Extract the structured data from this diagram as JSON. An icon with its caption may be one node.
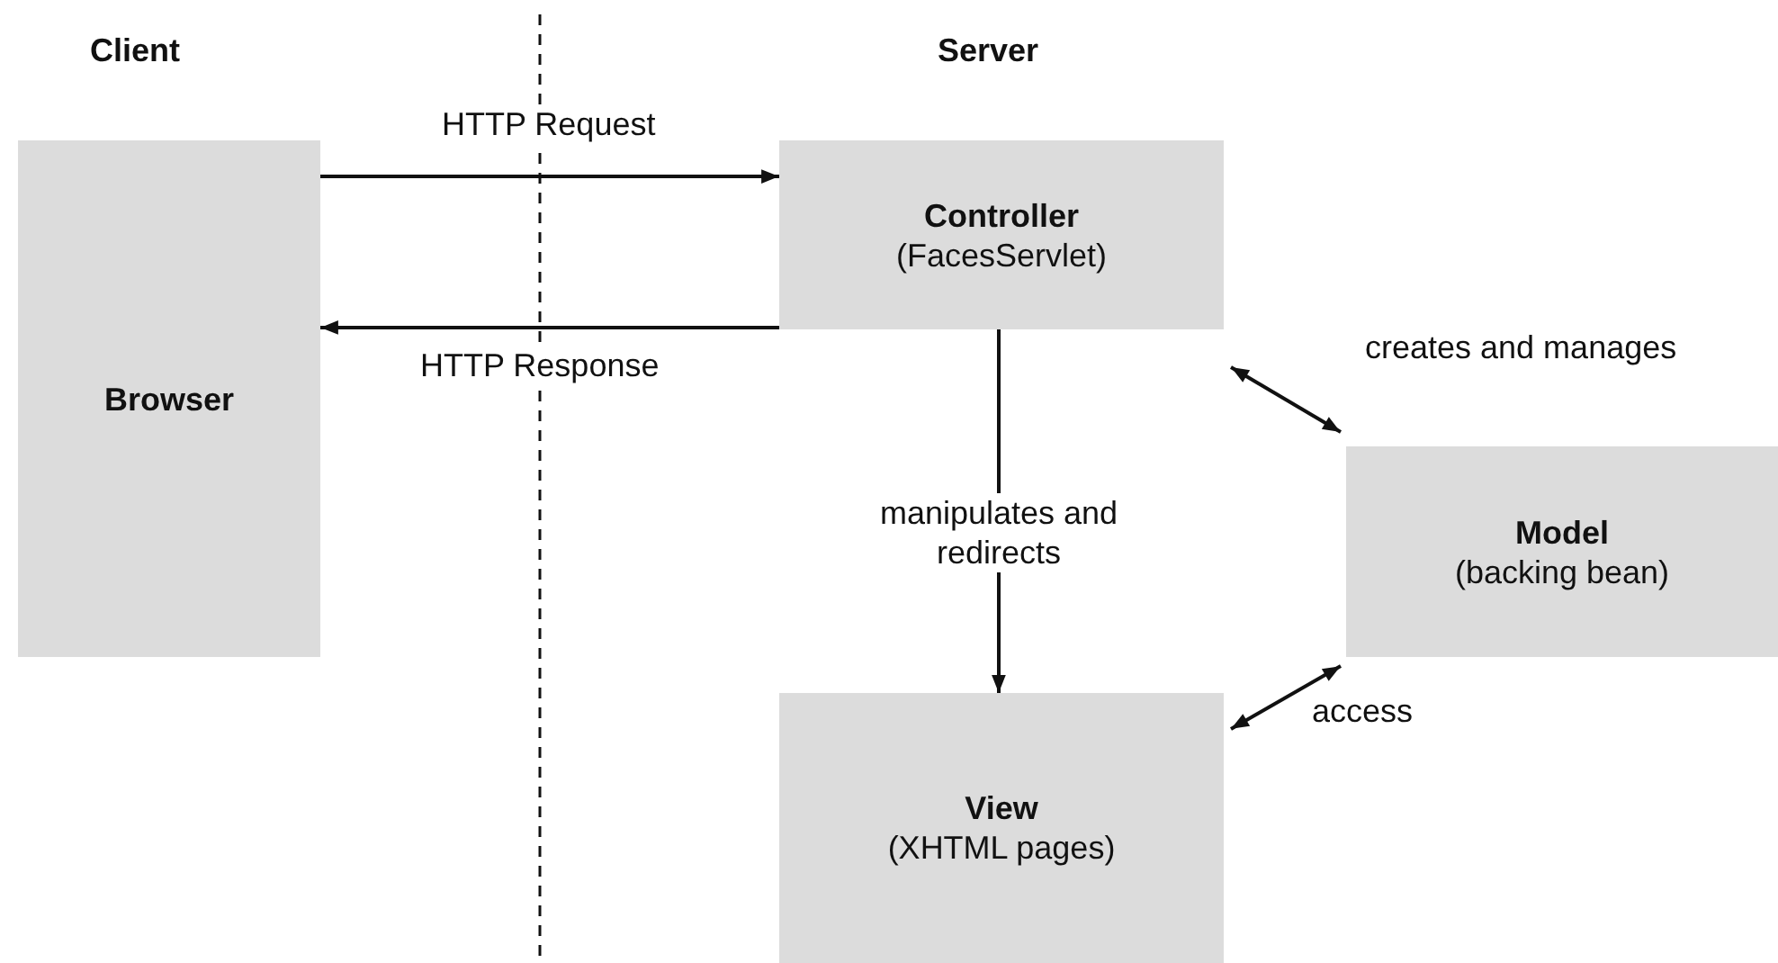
{
  "diagram": {
    "nodes": [
      {
        "text": [
          "Browser"
        ]
      },
      {
        "text": [
          "Controller",
          "(FacesServlet)"
        ]
      },
      {
        "text": [
          "Model",
          "(backing bean)"
        ]
      },
      {
        "text": [
          "View",
          "(XHTML pages)"
        ]
      }
    ],
    "edges": [
      {
        "from": 0,
        "to": 1,
        "arrow": "to",
        "label": "HTTP Request"
      },
      {
        "from": 1,
        "to": 0,
        "arrow": "to",
        "label": "HTTP Response"
      },
      {
        "from": 1,
        "to": 3,
        "arrow": "to",
        "label": "manipulates and redirects"
      },
      {
        "from": 1,
        "to": 2,
        "arrow": "both",
        "label": "creates and manages"
      },
      {
        "from": 3,
        "to": 2,
        "arrow": "both",
        "label": "access"
      }
    ],
    "labels": [
      "Client",
      "Server"
    ]
  }
}
